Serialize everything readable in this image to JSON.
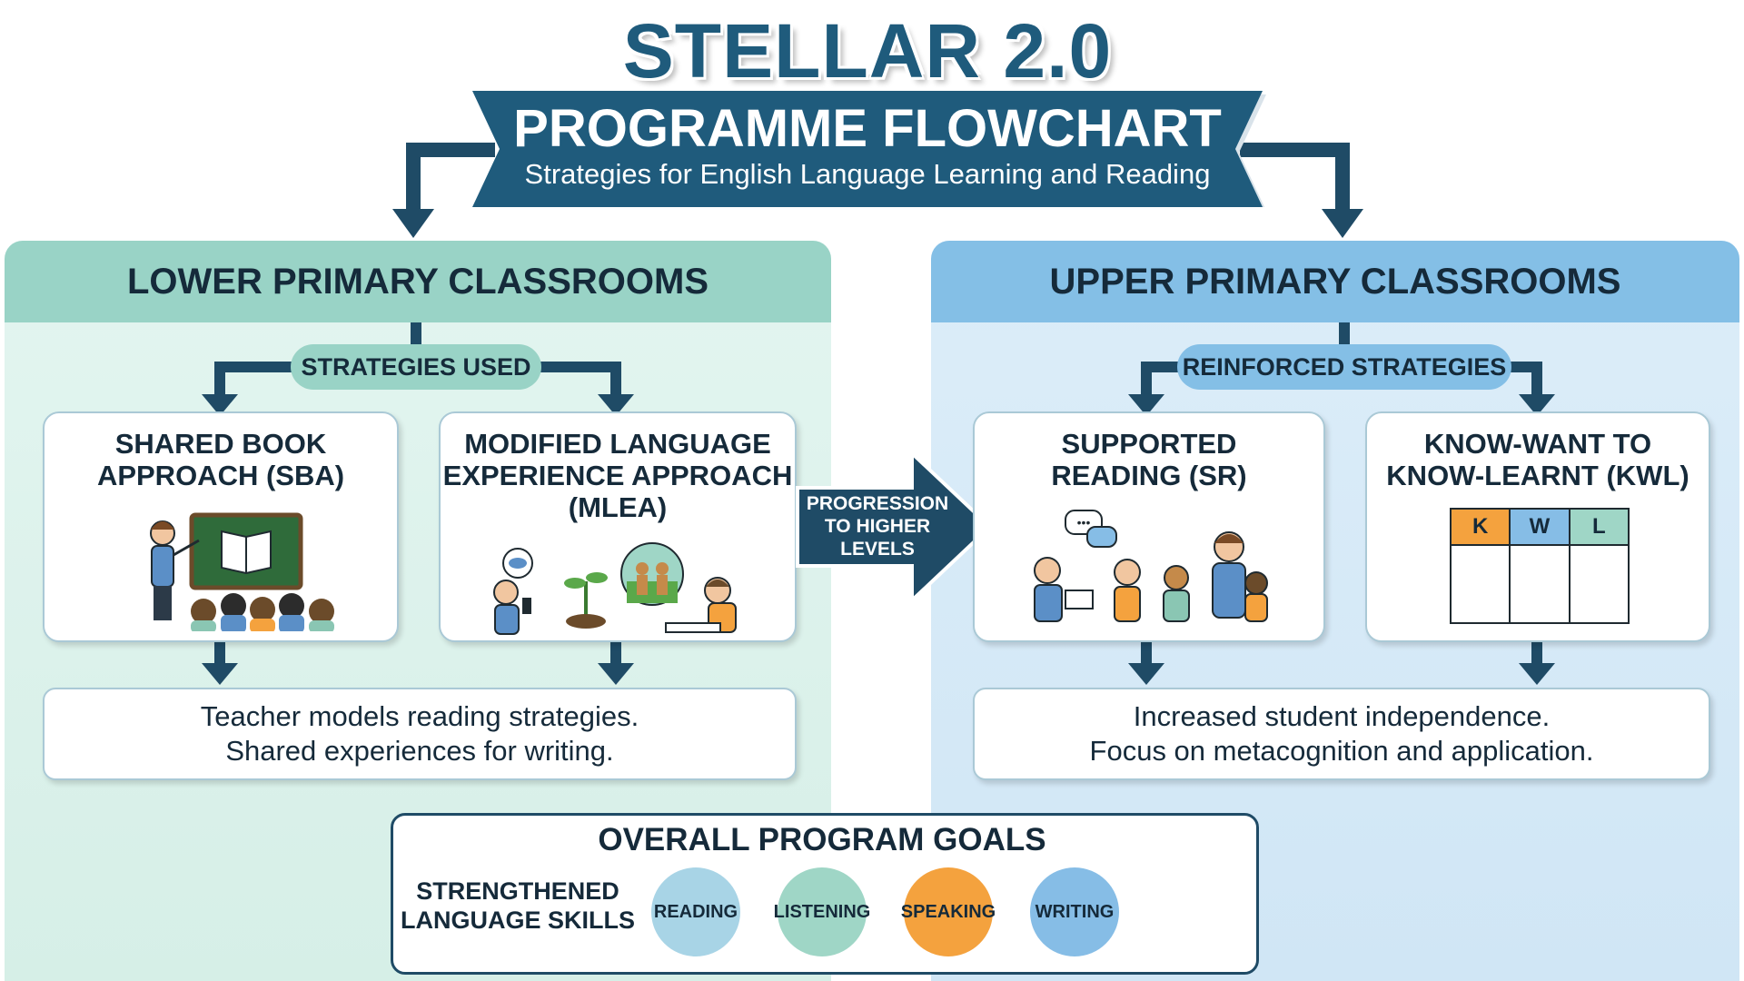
{
  "header": {
    "title": "STELLAR 2.0",
    "banner_title": "PROGRAMME FLOWCHART",
    "banner_subtitle": "Strategies for English Language Learning and Reading"
  },
  "lower": {
    "heading": "LOWER PRIMARY CLASSROOMS",
    "pill": "STRATEGIES USED",
    "cards": [
      {
        "lines": [
          "SHARED BOOK",
          "APPROACH (SBA)"
        ]
      },
      {
        "lines": [
          "MODIFIED LANGUAGE",
          "EXPERIENCE APPROACH",
          "(MLEA)"
        ]
      }
    ],
    "summary": [
      "Teacher models reading strategies.",
      "Shared experiences for writing."
    ]
  },
  "progression": [
    "PROGRESSION",
    "TO HIGHER",
    "LEVELS"
  ],
  "upper": {
    "heading": "UPPER PRIMARY CLASSROOMS",
    "pill": "REINFORCED STRATEGIES",
    "cards": [
      {
        "lines": [
          "SUPPORTED",
          "READING (SR)"
        ]
      },
      {
        "lines": [
          "KNOW-WANT TO",
          "KNOW-LEARNT (KWL)"
        ]
      }
    ],
    "kwl_columns": [
      "K",
      "W",
      "L"
    ],
    "summary": [
      "Increased student independence.",
      "Focus on metacognition and application."
    ]
  },
  "goals": {
    "title": "OVERALL PROGRAM GOALS",
    "label": [
      "STRENGTHENED",
      "LANGUAGE SKILLS"
    ],
    "skills": [
      {
        "label": "READING",
        "color": "#a8d4e6"
      },
      {
        "label": "LISTENING",
        "color": "#9fd6c6"
      },
      {
        "label": "SPEAKING",
        "color": "#f4a23e"
      },
      {
        "label": "WRITING",
        "color": "#86bde6"
      }
    ]
  },
  "colors": {
    "navy": "#1f5b7c",
    "arrow": "#1f4b66",
    "lower_head": "#99d3c6",
    "upper_head": "#84bfe6",
    "kwl_k": "#f4a23e",
    "kwl_w": "#86bde6",
    "kwl_l": "#9fd6c6"
  }
}
